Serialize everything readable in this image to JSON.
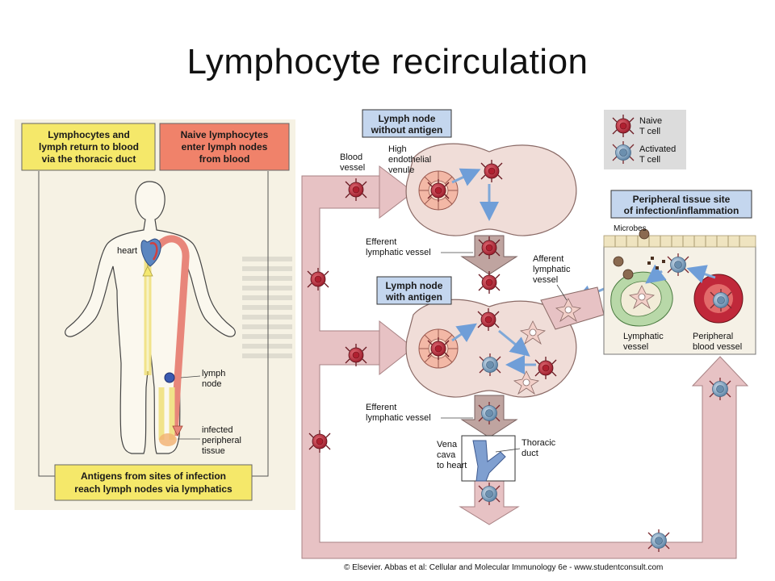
{
  "slide_title": "Lymphocyte recirculation",
  "left_panel": {
    "box_top_left": [
      "Lymphocytes and",
      "lymph return to blood",
      "via the thoracic duct"
    ],
    "box_top_right": [
      "Naive lymphocytes",
      "enter lymph nodes",
      "from blood"
    ],
    "box_bottom": [
      "Antigens from sites of infection",
      "reach lymph nodes via lymphatics"
    ],
    "label_heart": "heart",
    "label_lymph_node": [
      "lymph",
      "node"
    ],
    "label_infected": [
      "infected",
      "peripheral",
      "tissue"
    ]
  },
  "right_panel": {
    "box_node_without": [
      "Lymph node",
      "without antigen"
    ],
    "box_node_with": [
      "Lymph node",
      "with antigen"
    ],
    "box_peripheral": [
      "Peripheral tissue site",
      "of infection/inflammation"
    ],
    "label_blood_vessel": [
      "Blood",
      "vessel"
    ],
    "label_hev": [
      "High",
      "endothelial",
      "venule"
    ],
    "label_efferent_1": [
      "Efferent",
      "lymphatic vessel"
    ],
    "label_efferent_2": [
      "Efferent",
      "lymphatic vessel"
    ],
    "label_afferent": [
      "Afferent",
      "lymphatic",
      "vessel"
    ],
    "label_vena_cava": [
      "Vena",
      "cava",
      "to heart"
    ],
    "label_thoracic": [
      "Thoracic",
      "duct"
    ],
    "label_microbes": "Microbes",
    "label_lymphatic_vessel": [
      "Lymphatic",
      "vessel"
    ],
    "label_peripheral_blood": [
      "Peripheral",
      "blood vessel"
    ],
    "legend_naive": [
      "Naive",
      "T cell"
    ],
    "legend_activated": [
      "Activated",
      "T cell"
    ],
    "credit": "© Elsevier. Abbas et al: Cellular and Molecular Immunology 6e - www.studentconsult.com"
  },
  "colors": {
    "yellow_box": "#f5e86a",
    "red_box": "#f0826a",
    "flow_pink": "#e7c2c4",
    "node_fill": "#f0ddd8",
    "naive_cell": "#c0283a",
    "activated_cell": "#7fa3c0",
    "blue_arrow": "#7fa8d8",
    "legend_bg": "#dcdcdc",
    "panel_bg": "#f5f1e6"
  }
}
